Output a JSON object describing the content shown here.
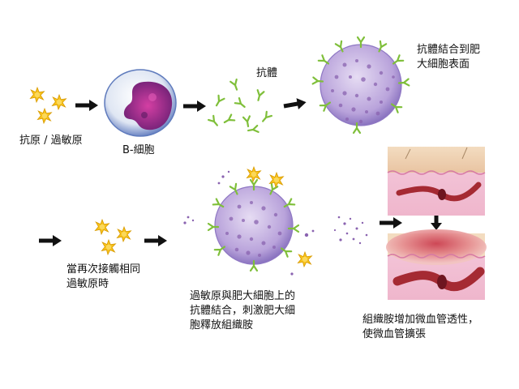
{
  "labels": {
    "antigen": "抗原 / 過敏原",
    "b_cell": "B-細胞",
    "antibody": "抗體",
    "mast_bind_1": "抗體結合到肥",
    "mast_bind_2": "大細胞表面",
    "reexposure_1": "當再次接觸相同",
    "reexposure_2": "過敏原時",
    "release_1": "過敏原與肥大細胞上的",
    "release_2": "抗體結合，刺激肥大細",
    "release_3": "胞釋放組織胺",
    "effect_1": "組織胺增加微血管透性，",
    "effect_2": "使微血管擴張"
  },
  "colors": {
    "antigen": "#f7c21b",
    "antibody": "#7fbf3a",
    "mast_cell": "#b9a3db",
    "b_cell_nucleus": "#8c2a8a",
    "vessel": "#a52a33",
    "arrow": "#111111"
  },
  "icons": [
    "antigen-icon",
    "b-cell-icon",
    "antibody-icon",
    "mast-cell-icon",
    "histamine-icon",
    "skin-vessel-icon",
    "arrow-icon"
  ]
}
